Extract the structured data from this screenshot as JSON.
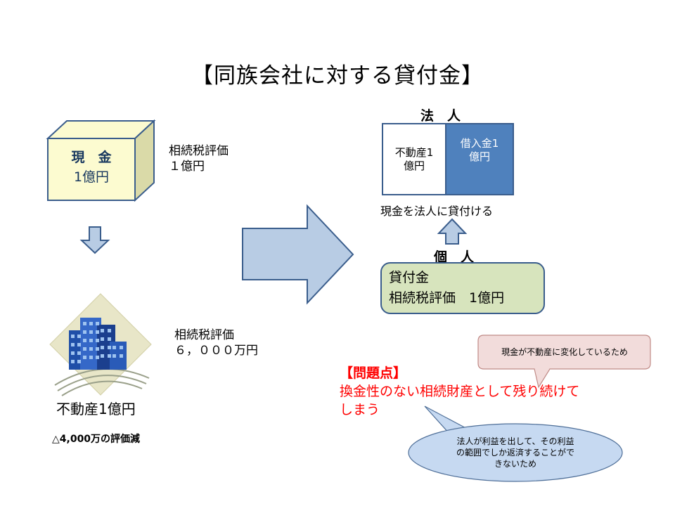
{
  "title": "【同族会社に対する貸付金】",
  "cash_box": {
    "line1": "現　金",
    "line2": "1億円"
  },
  "cash_eval": {
    "line1": "相続税評価",
    "line2": "１億円"
  },
  "realestate_eval": {
    "line1": "相続税評価",
    "line2": "６，０００万円"
  },
  "realestate_label": "不動産1億円",
  "decrease_note": "△4,000万の評価減",
  "corporation": {
    "heading": "法　人",
    "left_cell": {
      "line1": "不動産1",
      "line2": "億円"
    },
    "right_cell": {
      "line1": "借入金1",
      "line2": "億円"
    },
    "caption": "現金を法人に貸付ける"
  },
  "individual": {
    "heading": "個　人",
    "loan_line1": "貸付金",
    "loan_line2": "相続税評価　1億円"
  },
  "problem": {
    "heading": "【問題点】",
    "line1": "換金性のない相続財産として残り続けて",
    "line2": "しまう"
  },
  "callout_top": "現金が不動産に変化しているため",
  "callout_bottom": {
    "line1": "法人が利益を出して、その利益",
    "line2": "の範囲でしか返済することがで",
    "line3": "きないため"
  },
  "colors": {
    "cash_fill": "#fcfbd0",
    "cash_side": "#dadaa8",
    "box_border": "#3a5d8c",
    "arrow_fill": "#b8cce4",
    "debt_fill": "#4f81bd",
    "loan_fill": "#d7e4bd",
    "callout_pink": "#f2dcdb",
    "callout_blue": "#c6d9f1",
    "problem_red": "#ff0000"
  },
  "icons": [
    "down-arrow-icon",
    "right-arrow-icon",
    "up-arrow-icon",
    "building-icon"
  ]
}
